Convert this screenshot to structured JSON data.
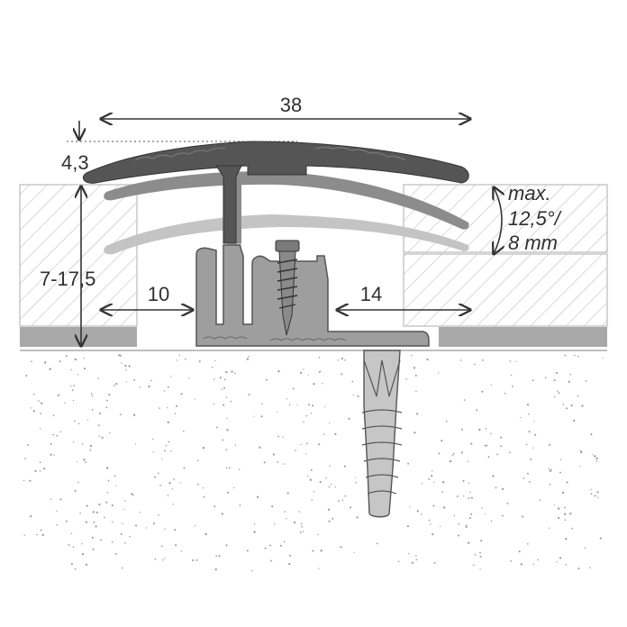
{
  "dimensions": {
    "width_label": "38",
    "top_thickness_label": "4,3",
    "height_range_label": "7-17,5",
    "left_offset_label": "10",
    "right_offset_label": "14"
  },
  "adjustment_note": {
    "line1": "max.",
    "line2": "12,5°/",
    "line3": "8 mm"
  },
  "colors": {
    "profile_dark": "#555555",
    "profile_mid": "#8c8c8c",
    "profile_light": "#c4c4c4",
    "base_profile": "#9e9e9e",
    "floor_strip": "#a8a8a8",
    "hatch_stroke": "#b5b5b5",
    "dimension_line": "#333333",
    "concrete_dots": "#9a9a9a",
    "anchor": "#c6c6c6",
    "screw": "#7a7a7a"
  }
}
